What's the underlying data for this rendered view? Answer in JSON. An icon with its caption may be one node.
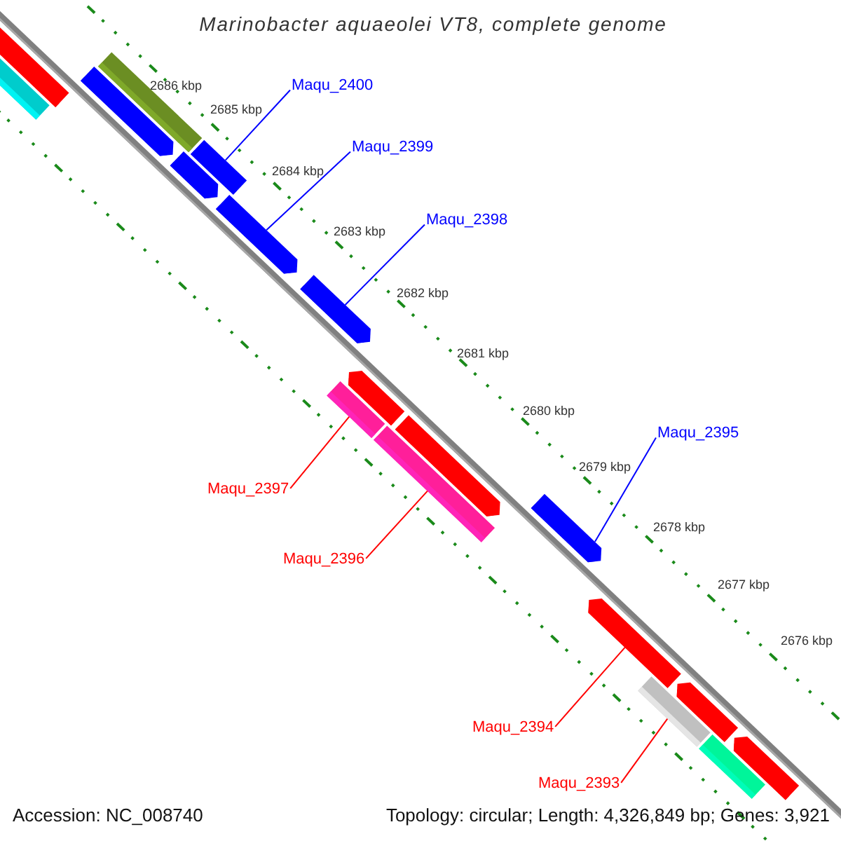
{
  "diagram": {
    "title": "Marinobacter aquaeolei VT8, complete genome",
    "nodes": [
      {
        "text": [
          "Maqu_2400"
        ]
      },
      {
        "text": [
          "Maqu_2399"
        ]
      },
      {
        "text": [
          "Maqu_2398"
        ]
      },
      {
        "text": [
          "Maqu_2395"
        ]
      },
      {
        "text": [
          "Maqu_2397"
        ]
      },
      {
        "text": [
          "Maqu_2396"
        ]
      },
      {
        "text": [
          "Maqu_2394"
        ]
      },
      {
        "text": [
          "Maqu_2393"
        ]
      },
      {
        "text": [],
        "shape": "bar"
      },
      {
        "text": [],
        "shape": "bar"
      },
      {
        "text": [],
        "shape": "bar"
      },
      {
        "text": [],
        "shape": "bar"
      },
      {
        "text": [],
        "shape": "bar"
      },
      {
        "text": [],
        "shape": "bar"
      },
      {
        "text": [],
        "shape": "bar"
      },
      {
        "text": [],
        "shape": "bar"
      },
      {
        "text": [],
        "shape": "bar"
      },
      {
        "text": [],
        "shape": "bar"
      },
      {
        "text": [],
        "shape": "bar"
      },
      {
        "text": [],
        "shape": "bar"
      },
      {
        "text": [],
        "shape": "bar"
      },
      {
        "text": [],
        "shape": "bar"
      },
      {
        "text": [],
        "shape": "bar"
      },
      {
        "text": [],
        "shape": "bar"
      },
      {
        "text": [],
        "shape": "bar"
      },
      {
        "text": [],
        "shape": "bar"
      }
    ],
    "edges": [
      {
        "from": 0,
        "to": 13,
        "arrow": "none"
      },
      {
        "from": 1,
        "to": 14,
        "arrow": "none"
      },
      {
        "from": 2,
        "to": 15,
        "arrow": "none"
      },
      {
        "from": 3,
        "to": 20,
        "arrow": "none"
      },
      {
        "from": 4,
        "to": 16,
        "arrow": "none",
        "color": "#ff0000"
      },
      {
        "from": 5,
        "to": 18,
        "arrow": "none",
        "color": "#ff0000"
      },
      {
        "from": 6,
        "to": 21,
        "arrow": "none",
        "color": "#ff0000"
      },
      {
        "from": 7,
        "to": 22,
        "arrow": "none",
        "color": "#ff0000"
      }
    ],
    "labels": [
      "2686 kbp",
      "2685 kbp",
      "2684 kbp",
      "2683 kbp",
      "2682 kbp",
      "2681 kbp",
      "2680 kbp",
      "2679 kbp",
      "2678 kbp",
      "2677 kbp",
      "2676 kbp",
      "Accession: NC_008740",
      "Topology: circular; Length: 4,326,849 bp; Genes: 3,921"
    ]
  }
}
